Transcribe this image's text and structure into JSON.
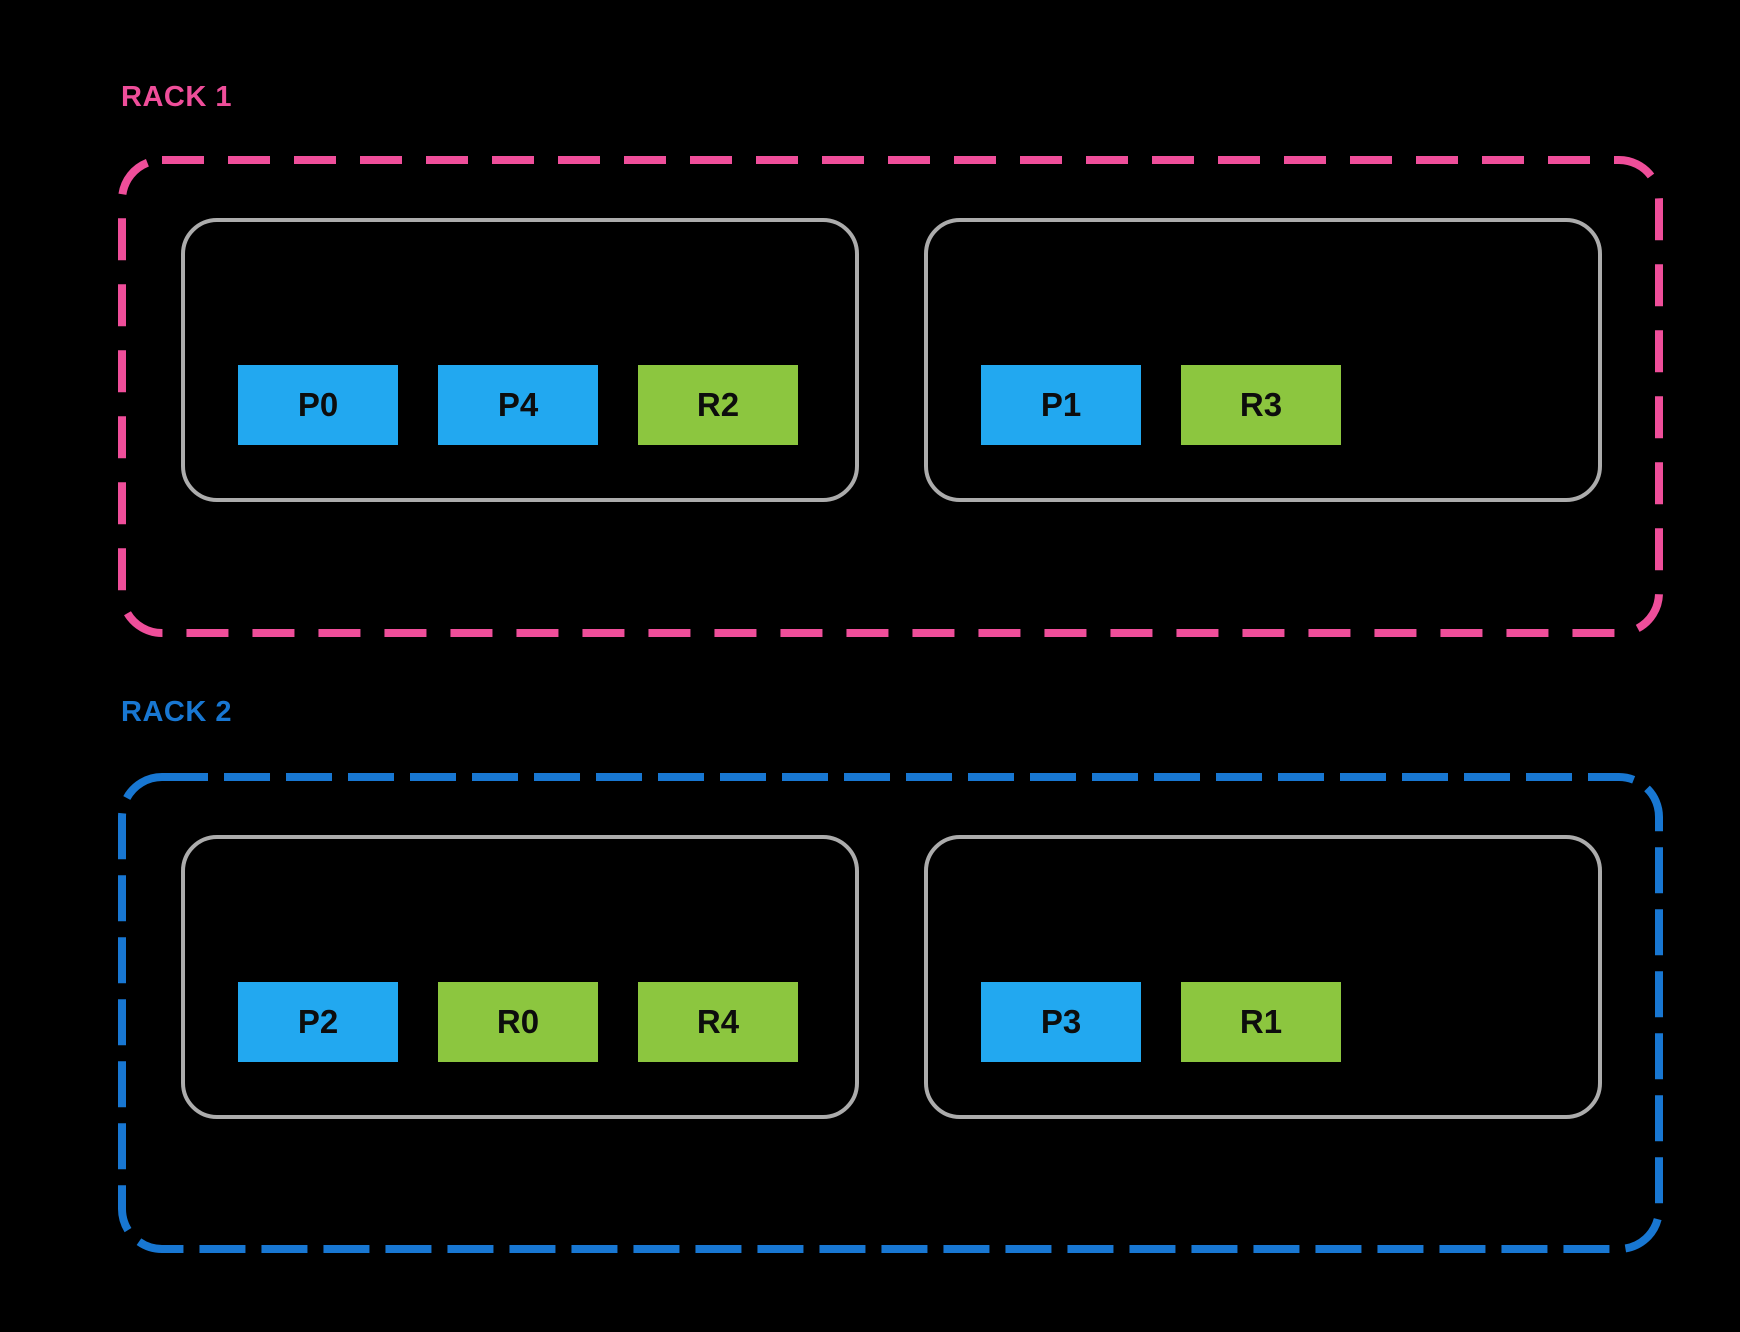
{
  "colors": {
    "background": "#000000",
    "rack1_accent": "#EF4E9A",
    "rack2_accent": "#1877D2",
    "node_border": "#ACACAC",
    "primary_chip": "#22A8F0",
    "replica_chip": "#8CC63F",
    "chip_text": "#0D0D0D"
  },
  "racks": [
    {
      "label": "RACK 1",
      "accent": "#EF4E9A",
      "nodes": [
        {
          "chips": [
            {
              "label": "P0",
              "type": "primary"
            },
            {
              "label": "P4",
              "type": "primary"
            },
            {
              "label": "R2",
              "type": "replica"
            }
          ]
        },
        {
          "chips": [
            {
              "label": "P1",
              "type": "primary"
            },
            {
              "label": "R3",
              "type": "replica"
            }
          ]
        }
      ]
    },
    {
      "label": "RACK 2",
      "accent": "#1877D2",
      "nodes": [
        {
          "chips": [
            {
              "label": "P2",
              "type": "primary"
            },
            {
              "label": "R0",
              "type": "replica"
            },
            {
              "label": "R4",
              "type": "replica"
            }
          ]
        },
        {
          "chips": [
            {
              "label": "P3",
              "type": "primary"
            },
            {
              "label": "R1",
              "type": "replica"
            }
          ]
        }
      ]
    }
  ]
}
